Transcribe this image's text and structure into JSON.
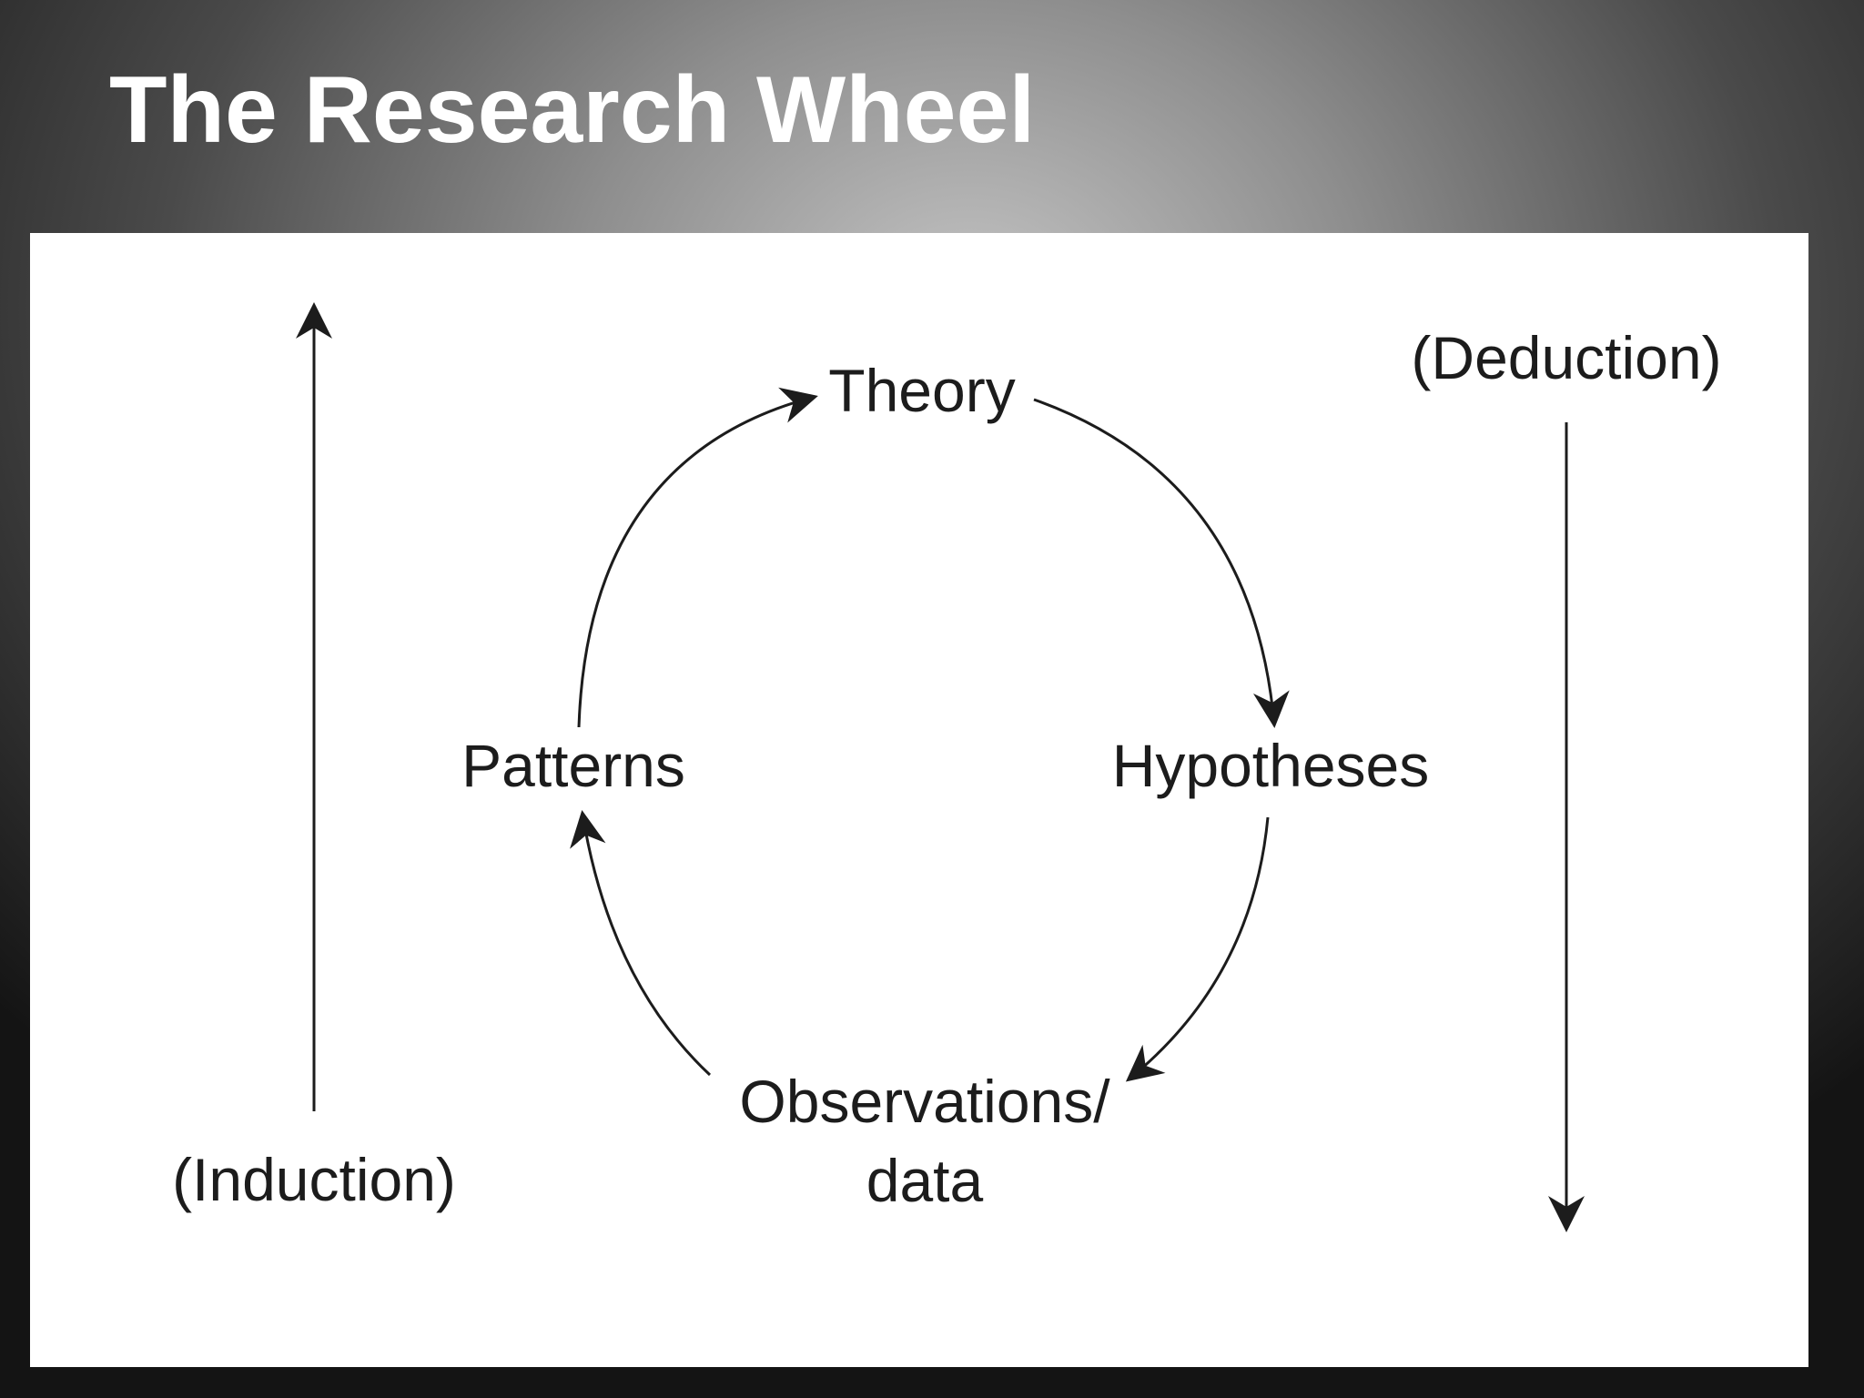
{
  "slide": {
    "title": "The Research Wheel"
  },
  "diagram": {
    "nodes": {
      "theory": "Theory",
      "hypotheses": "Hypotheses",
      "observations_line1": "Observations/",
      "observations_line2": "data",
      "patterns": "Patterns"
    },
    "induction_label": "(Induction)",
    "deduction_label": "(Deduction)",
    "cycle_order": [
      "Theory",
      "Hypotheses",
      "Observations/ data",
      "Patterns"
    ],
    "induction_direction": "up",
    "deduction_direction": "down"
  },
  "colors": {
    "title_text": "#ffffff",
    "figure_background": "#ffffff",
    "diagram_ink": "#1c1c1c"
  }
}
